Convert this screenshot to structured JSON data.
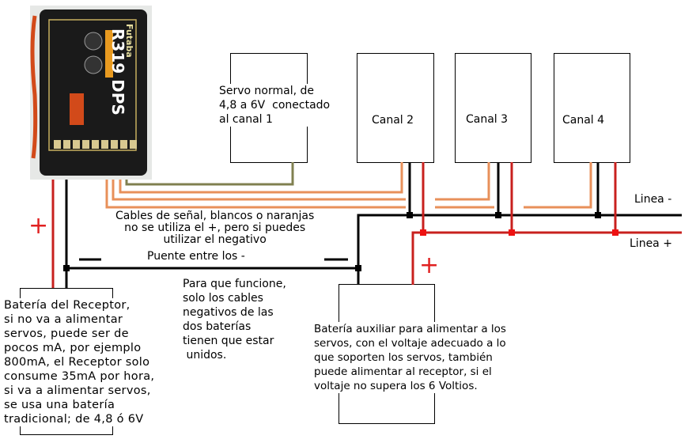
{
  "receiver": {
    "brand": "Futaba",
    "model": "R319 DPS"
  },
  "servo_normal": {
    "label": "Servo normal, de\n4,8 a 6V  conectado\nal canal 1"
  },
  "channels": [
    {
      "label": "Canal 2"
    },
    {
      "label": "Canal 3"
    },
    {
      "label": "Canal 4"
    }
  ],
  "lines": {
    "negative": "Linea -",
    "positive": "Linea +"
  },
  "signal_note": "Cables de señal, blancos o naranjas\nno se utiliza el +, pero si puedes\nutilizar el negativo",
  "bridge_note": "Puente entre los -",
  "join_note": "Para que funcione,\nsolo los cables\nnegativos de las\ndos baterías\ntienen que estar\n unidos.",
  "receiver_battery": "Batería del Receptor,\nsi no va a alimentar\nservos, puede ser de\npocos mA, por ejemplo\n800mA, el Receptor solo\nconsume 35mA por hora,\nsi va a alimentar servos,\nse usa una batería\ntradicional; de 4,8 ó 6V",
  "aux_battery": "Batería auxiliar para alimentar a los\nservos, con el voltaje adecuado a lo\nque soporten los servos, también\npuede alimentar al receptor, si el\nvoltaje no supera los 6 Voltios.",
  "symbols": {
    "plus": "+",
    "minus": "-"
  },
  "colors": {
    "positive": "#c8201e",
    "negative": "#000000",
    "signal": "#e8905a",
    "servo1_signal": "#808050",
    "node_red": "#ee1111"
  }
}
